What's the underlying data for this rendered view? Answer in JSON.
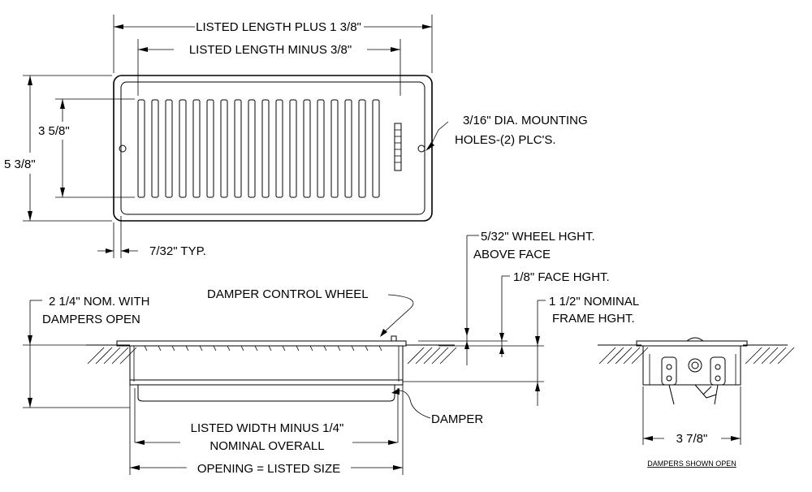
{
  "dimensions": {
    "length_plus": "LISTED LENGTH PLUS 1 3/8\"",
    "length_minus": "LISTED LENGTH MINUS 3/8\"",
    "height_inner": "3 5/8\"",
    "height_outer": "5 3/8\"",
    "mounting_holes_line1": "3/16\" DIA. MOUNTING",
    "mounting_holes_line2": "HOLES-(2) PLC'S.",
    "margin_typ": "7/32\" TYP.",
    "wheel_height_line1": "5/32\" WHEEL HGHT.",
    "wheel_height_line2": "ABOVE FACE",
    "face_height": "1/8\" FACE HGHT.",
    "frame_height_line1": "1 1/2\" NOMINAL",
    "frame_height_line2": "FRAME HGHT.",
    "damper_depth_line1": "2 1/4\" NOM. WITH",
    "damper_depth_line2": "DAMPERS OPEN",
    "damper_wheel": "DAMPER CONTROL WHEEL",
    "damper": "DAMPER",
    "width_minus_line1": "LISTED WIDTH MINUS 1/4\"",
    "width_minus_line2": "NOMINAL OVERALL",
    "opening": "OPENING = LISTED SIZE",
    "side_width": "3 7/8\"",
    "dampers_shown_open": "DAMPERS SHOWN OPEN"
  }
}
